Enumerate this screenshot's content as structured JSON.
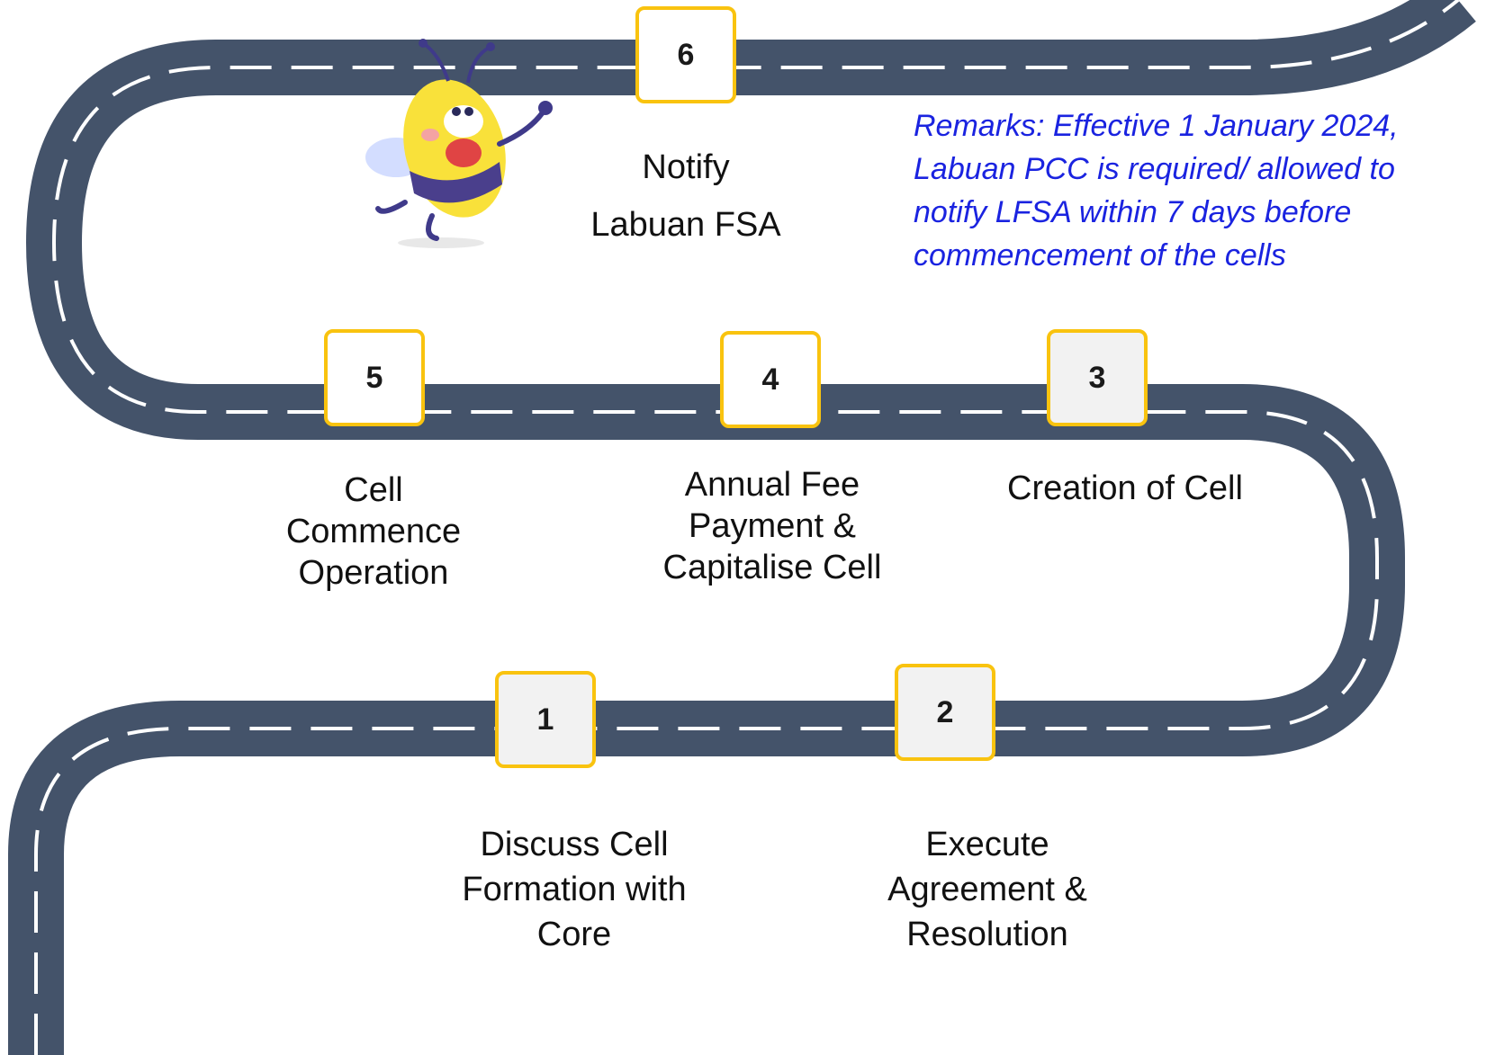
{
  "colors": {
    "road": "#44536a",
    "lane": "#ffffff",
    "box_border": "#f9c30f",
    "remarks": "#1a23e0"
  },
  "mascot": {
    "icon": "bee-mascot-icon"
  },
  "steps": [
    {
      "number": "1",
      "label_lines": [
        "Discuss Cell",
        "Formation with",
        "Core"
      ]
    },
    {
      "number": "2",
      "label_lines": [
        "Execute",
        "Agreement &",
        "Resolution"
      ]
    },
    {
      "number": "3",
      "label_lines": [
        "Creation of Cell"
      ]
    },
    {
      "number": "4",
      "label_lines": [
        "Annual Fee",
        "Payment &",
        "Capitalise Cell"
      ]
    },
    {
      "number": "5",
      "label_lines": [
        "Cell",
        "Commence",
        "Operation"
      ]
    },
    {
      "number": "6",
      "label_lines": [
        "Notify",
        "Labuan FSA"
      ]
    }
  ],
  "remarks": {
    "lines": [
      "Remarks: Effective 1 January 2024,",
      "Labuan PCC is required/ allowed to",
      "notify LFSA within 7 days before",
      "commencement of the cells"
    ]
  }
}
